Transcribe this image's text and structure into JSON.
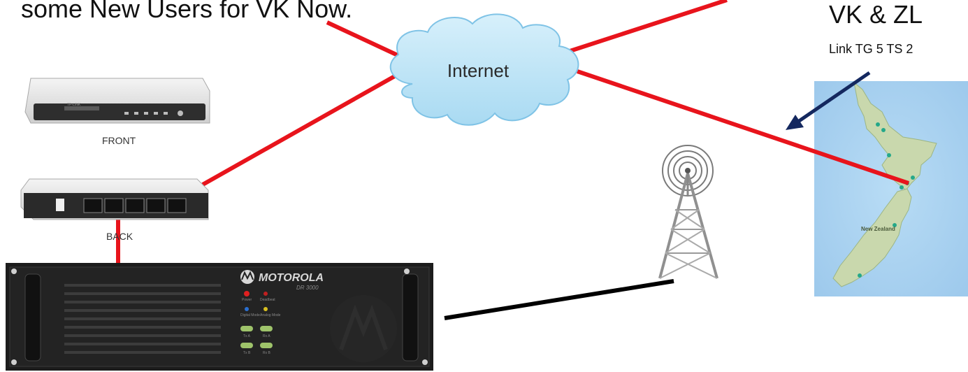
{
  "headline": "some New Users for VK Now.",
  "cloud_label": "Internet",
  "right_title": "VK & ZL",
  "right_subtitle": "Link TG 5 TS 2",
  "router_front_label": "FRONT",
  "router_back_label": "BACK",
  "router_brand": "TP-LINK",
  "repeater_brand": "MOTOROLA",
  "repeater_model": "DR 3000",
  "repeater_leds": [
    "Power",
    "Deadbeat",
    "Digital Mode",
    "Analog Mode",
    "Tx A",
    "Rx A",
    "Tx B",
    "Rx B"
  ],
  "map_labels": [
    "New Zealand"
  ],
  "colors": {
    "link_line": "#e8141c",
    "rf_line": "#000000",
    "arrow": "#14285f",
    "cloud_fill": "#b9e4f7",
    "cloud_stroke": "#7fc3e6",
    "map_water": "#a9d2f2",
    "map_land": "#c8d9b0"
  },
  "icons": [
    "cloud-icon",
    "router-icon",
    "repeater-icon",
    "radio-tower-icon",
    "map-icon",
    "arrow-icon"
  ]
}
